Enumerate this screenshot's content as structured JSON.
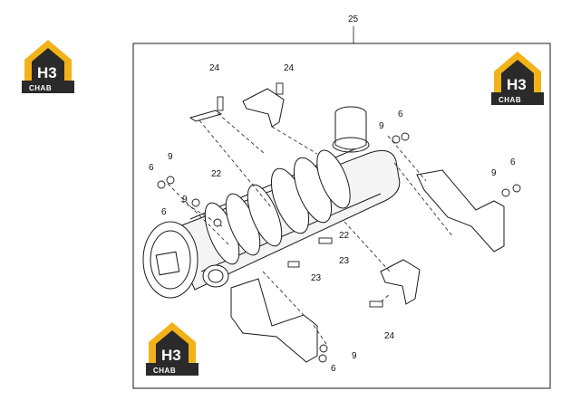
{
  "diagram": {
    "assembly_number": "25",
    "callouts": {
      "top_left_bolt": "24",
      "top_right_bolt": "24",
      "right_washer": "9",
      "right_nut": "6",
      "far_right_washer": "9",
      "far_right_nut": "6",
      "left_nut": "6",
      "left_washer": "9",
      "clamp_upper_left": "22",
      "left_washer_2": "9",
      "left_nut_2": "6",
      "clamp_mid": "22",
      "bolt_mid": "23",
      "bolt_lower": "23",
      "bottom_right_bolt": "24",
      "bottom_washer": "9",
      "bottom_nut": "6"
    }
  },
  "watermarks": [
    {
      "top": "H3",
      "bottom": "CHAB"
    },
    {
      "top": "H3",
      "bottom": "CHAB"
    },
    {
      "top": "H3",
      "bottom": "CHAB"
    }
  ],
  "colors": {
    "logo_yellow": "#f2b21a",
    "logo_dark": "#2a2a2a",
    "line": "#1a1a1a"
  }
}
